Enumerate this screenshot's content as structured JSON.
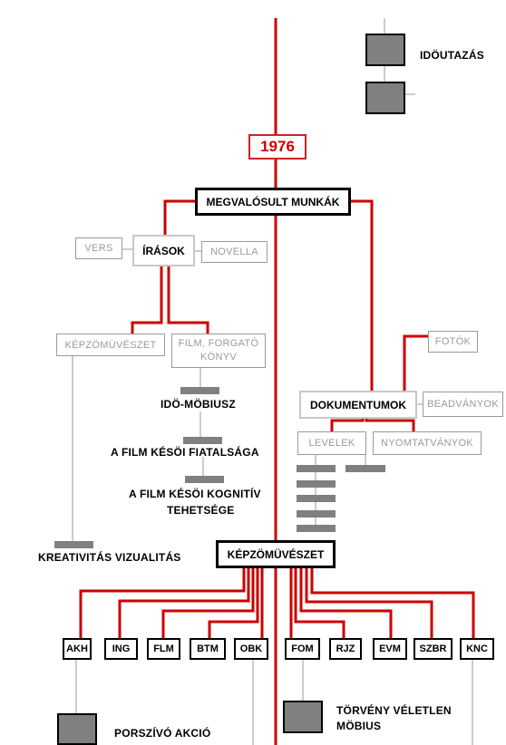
{
  "top": {
    "item": "IDÖUTAZÁS",
    "year": "1976"
  },
  "center": {
    "title": "MEGVALÓSULT MUNKÁK",
    "art": "KÉPZÖMÜVÉSZET"
  },
  "left": {
    "writings": "ÍRÁSOK",
    "verse": "VERS",
    "novella": "NOVELLA",
    "visual_art": "KÉPZÖMÜVÉSZET",
    "film_book_1": "FILM, FORGATÓ",
    "film_book_2": "KÖNYV",
    "ido_mobius": "IDÖ-MÖBIUSZ",
    "film_youth": "A FILM KÉSÖI  FIATALSÁGA",
    "film_cognitive_1": "A FILM KÉSÖI KOGNITÍV",
    "film_cognitive_2": "TEHETSÉGE",
    "creativity": "KREATIVITÁS VIZUALITÁS"
  },
  "right": {
    "documents": "DOKUMENTUMOK",
    "photos": "FOTÓK",
    "submissions": "BEADVÁNYOK",
    "letters": "LEVELEK",
    "forms": "NYOMTATVÁNYOK"
  },
  "art_codes": [
    "AKH",
    "ING",
    "FLM",
    "BTM",
    "OBK",
    "FOM",
    "RJZ",
    "EVM",
    "SZBR",
    "KNC"
  ],
  "bottom": {
    "vacuum": "PORSZÍVÓ AKCIÓ",
    "law_1": "TÖRVÉNY VÉLETLEN",
    "law_2": "MÖBIUS"
  },
  "colors": {
    "line_red": "#cc0000",
    "connector_gray": "#999999",
    "node_fill": "#808080"
  }
}
